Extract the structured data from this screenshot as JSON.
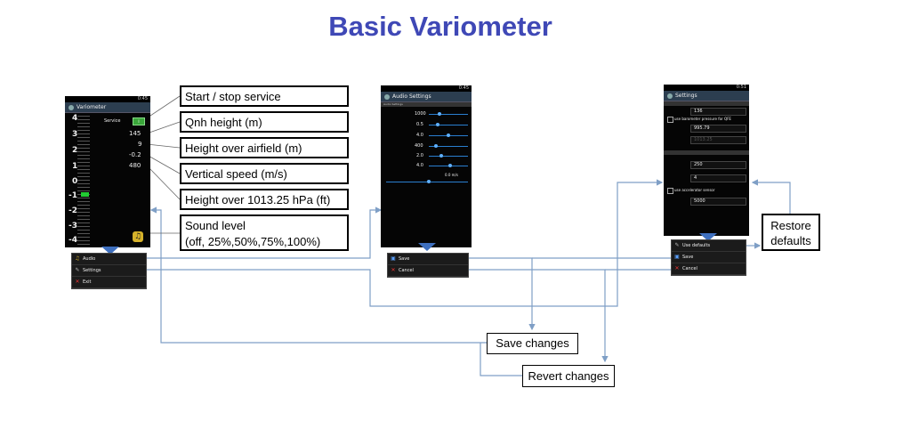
{
  "title": "Basic Variometer",
  "main_screen": {
    "app_title": "Variometer",
    "status_time": "0:45",
    "scale_labels": [
      "4",
      "3",
      "2",
      "1",
      "0",
      "-1",
      "-2",
      "-3",
      "-4"
    ],
    "service_label": "Service",
    "service_btn": "I",
    "values": [
      "145",
      "9",
      "-0.2",
      "480"
    ],
    "menu_items": [
      "Audio",
      "Settings",
      "Exit"
    ]
  },
  "audio_screen": {
    "app_title": "Audio Settings",
    "status_time": "0:45",
    "section": "Audio Settings",
    "values": [
      "1000",
      "0.5",
      "4.0",
      "400",
      "2.0",
      "4.0"
    ],
    "current_speed": "0.0 m/s",
    "menu_items": [
      "Save",
      "Cancel"
    ]
  },
  "settings_screen": {
    "app_title": "Settings",
    "status_time": "0:51",
    "airfield_height": "136",
    "use_baro_label": "use barometer pressure for QFE",
    "pressure_value": "995.79",
    "pressure_dimmed": "1013.25",
    "time_value": "250",
    "damping_value": "4",
    "use_accel_label": "use accelerator sensor",
    "accel_time_value": "5000",
    "menu_items": [
      "Use defaults",
      "Save",
      "Cancel"
    ]
  },
  "callouts": [
    "Start / stop service",
    "Qnh height (m)",
    "Height over airfield (m)",
    "Vertical speed (m/s)",
    "Height over  1013.25 hPa (ft)",
    "Sound level",
    "(off, 25%,50%,75%,100%)"
  ],
  "restore_defaults": [
    "Restore",
    "defaults"
  ],
  "save_changes": "Save changes",
  "revert_changes": "Revert changes",
  "colors": {
    "title": "#3f48b6",
    "flow_line": "#7f9fc6",
    "arrow": "#3e6fbe"
  }
}
